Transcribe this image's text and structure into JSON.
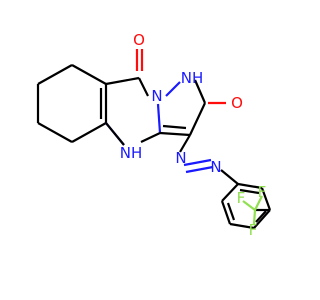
{
  "colors": {
    "carbon": "#000000",
    "nitrogen": "#1a1aff",
    "oxygen": "#ff0d0d",
    "fluorine": "#90e050"
  },
  "atoms": {
    "o_top": "O",
    "nh_top": "NH",
    "n_bridge": "N",
    "o_right": "O",
    "nh_bottom": "NH",
    "n_azo_1": "N",
    "n_azo_2": "N",
    "f_1": "F",
    "f_2": "F",
    "f_3": "F"
  }
}
